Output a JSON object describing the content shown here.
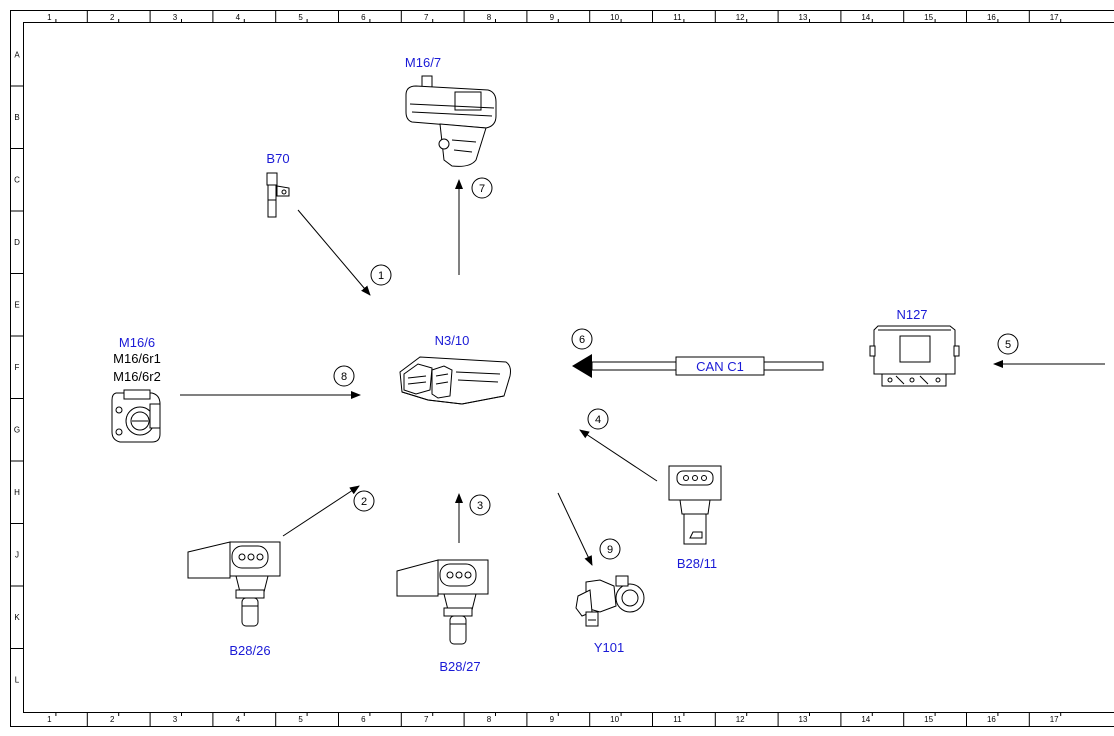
{
  "frame": {
    "columns": [
      "1",
      "2",
      "3",
      "4",
      "5",
      "6",
      "7",
      "8",
      "9",
      "10",
      "11",
      "12",
      "13",
      "14",
      "15",
      "16",
      "17"
    ],
    "rows": [
      "A",
      "B",
      "C",
      "D",
      "E",
      "F",
      "G",
      "H",
      "J",
      "K",
      "L"
    ]
  },
  "colors": {
    "label_primary": "#1a1ad6",
    "label_secondary": "#000000",
    "line": "#000000"
  },
  "components": {
    "m16_7": {
      "label": "M16/7",
      "icon": "throttle-actuator-icon"
    },
    "b70": {
      "label": "B70",
      "icon": "crankshaft-sensor-icon"
    },
    "m16_6": {
      "label": "M16/6",
      "sub1": "M16/6r1",
      "sub2": "M16/6r2",
      "icon": "throttle-valve-icon"
    },
    "n3_10": {
      "label": "N3/10",
      "icon": "control-unit-icon"
    },
    "n127": {
      "label": "N127",
      "icon": "drivetrain-control-unit-icon"
    },
    "b28_11": {
      "label": "B28/11",
      "icon": "pressure-sensor-icon"
    },
    "b28_26": {
      "label": "B28/26",
      "icon": "pressure-sensor-icon"
    },
    "b28_27": {
      "label": "B28/27",
      "icon": "pressure-sensor-icon"
    },
    "y101": {
      "label": "Y101",
      "icon": "recirculation-valve-icon"
    }
  },
  "can_bus": {
    "label": "CAN C1"
  },
  "callouts": {
    "c1": "1",
    "c2": "2",
    "c3": "3",
    "c4": "4",
    "c5": "5",
    "c6": "6",
    "c7": "7",
    "c8": "8",
    "c9": "9"
  }
}
